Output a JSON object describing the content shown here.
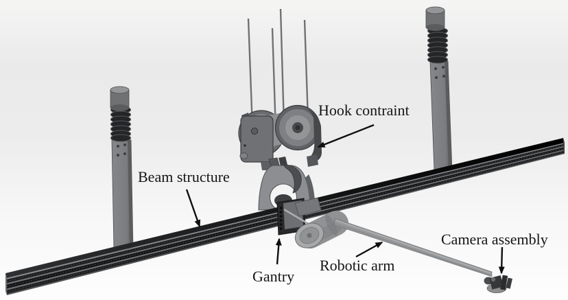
{
  "figure": {
    "kind": "3D CAD assembly render with annotations",
    "labels": [
      {
        "id": "hook-constraint",
        "text": "Hook contraint"
      },
      {
        "id": "beam-structure",
        "text": "Beam structure"
      },
      {
        "id": "gantry",
        "text": "Gantry"
      },
      {
        "id": "robotic-arm",
        "text": "Robotic arm"
      },
      {
        "id": "camera-assembly",
        "text": "Camera assembly"
      }
    ],
    "components": [
      "cable-rods",
      "pulley-hook-assembly",
      "hook-plate",
      "left-support-post",
      "right-support-post",
      "extruded-beam",
      "gantry-carriage",
      "arm-motor",
      "robotic-arm-rod",
      "camera-assembly"
    ],
    "colors": {
      "background_top": "#f5f5f4",
      "background_bottom": "#fdfdfd",
      "annotation": "#111111",
      "metal_light": "#a7a9ab",
      "metal_mid": "#707275",
      "metal_dark": "#2b2d2f",
      "beam_slot_dark": "#141416",
      "text": "#151515"
    }
  }
}
